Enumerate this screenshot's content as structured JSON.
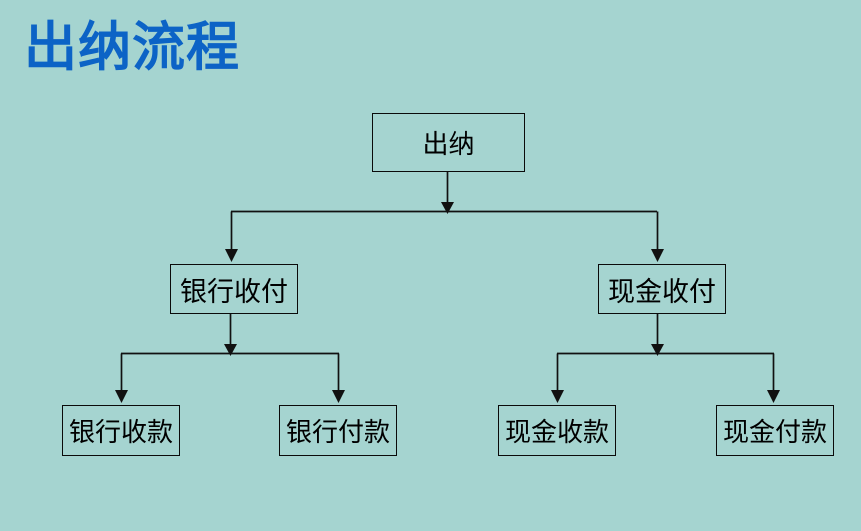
{
  "slide": {
    "title": "出纳流程",
    "background_color": "#a5d4d0",
    "title_color": "#0c63c6",
    "line_color": "#111111",
    "box_border_color": "#0a0a0a",
    "text_color": "#000000"
  },
  "diagram": {
    "type": "org-chart",
    "root": {
      "label": "出纳"
    },
    "level2": [
      {
        "label": "银行收付"
      },
      {
        "label": "现金收付"
      }
    ],
    "level3": [
      {
        "label": "银行收款"
      },
      {
        "label": "银行付款"
      },
      {
        "label": "现金收款"
      },
      {
        "label": "现金付款"
      }
    ]
  }
}
